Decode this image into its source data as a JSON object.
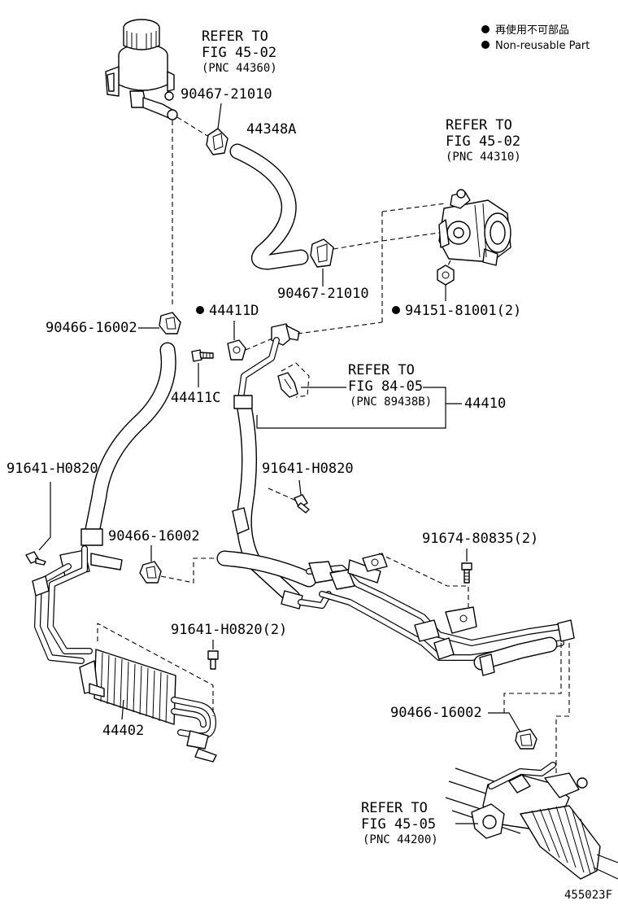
{
  "legend": {
    "symbol": "●",
    "line1": "再使用不可部品",
    "line2": "Non-reusable Part"
  },
  "refer_to": "REFER TO",
  "refs": {
    "reservoir": {
      "fig": "FIG 45-02",
      "pnc": "(PNC 44360)"
    },
    "pump": {
      "fig": "FIG 45-02",
      "pnc": "(PNC 44310)"
    },
    "sensor": {
      "fig": "FIG 84-05",
      "pnc": "(PNC 89438B)"
    },
    "gear": {
      "fig": "FIG 45-05",
      "pnc": "(PNC 44200)"
    }
  },
  "parts": {
    "clamp_90467_top": "90467-21010",
    "hose_44348A": "44348A",
    "clamp_90467_bottom": "90467-21010",
    "p_44411D": "44411D",
    "nut_94151": "94151-81001(2)",
    "clamp_90466_a": "90466-16002",
    "bolt_44411C": "44411C",
    "pipe_44410": "44410",
    "bolt_91641_left": "91641-H0820",
    "bolt_91641_mid": "91641-H0820",
    "clamp_90466_b": "90466-16002",
    "bolt_91674": "91674-80835(2)",
    "bolt_91641_cooler": "91641-H0820(2)",
    "cooler_44402": "44402",
    "clamp_90466_c": "90466-16002"
  },
  "non_reusable": [
    "44411D",
    "94151-81001(2)"
  ],
  "diagram_id": "455023F"
}
